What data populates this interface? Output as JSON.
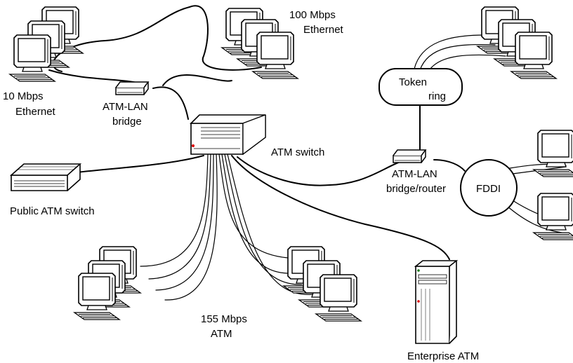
{
  "labels": {
    "eth100_line1": "100 Mbps",
    "eth100_line2": "Ethernet",
    "eth10_line1": "10 Mbps",
    "eth10_line2": "Ethernet",
    "bridge_line1": "ATM-LAN",
    "bridge_line2": "bridge",
    "atm_switch": "ATM switch",
    "token_line1": "Token",
    "token_line2": "ring",
    "bridge_router_line1": "ATM-LAN",
    "bridge_router_line2": "bridge/router",
    "fddi": "FDDI",
    "public_switch": "Public ATM switch",
    "atm155_line1": "155 Mbps",
    "atm155_line2": "ATM",
    "enterprise": "Enterprise ATM"
  },
  "icons": {
    "workstation": "computer-monitor-icon",
    "switch": "atm-switch-icon",
    "bridge": "lan-bridge-icon",
    "server": "tower-server-icon"
  }
}
